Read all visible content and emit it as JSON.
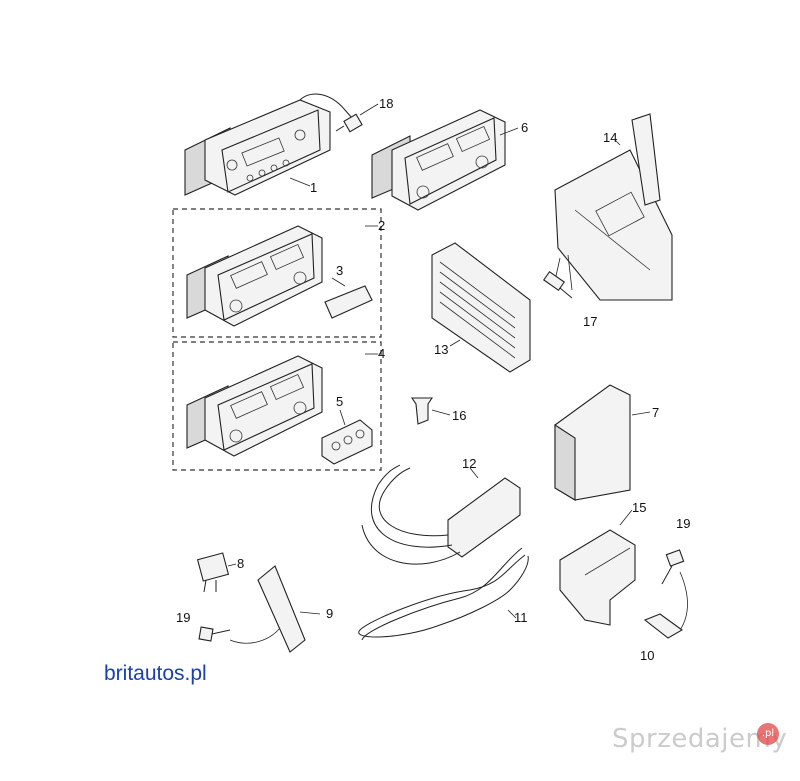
{
  "brand_text": "britautos.pl",
  "watermark": {
    "text": "Sprzedajemy",
    "badge": ".pl"
  },
  "callouts": {
    "c1": "1",
    "c2": "2",
    "c3": "3",
    "c4": "4",
    "c5": "5",
    "c6": "6",
    "c7": "7",
    "c8": "8",
    "c9": "9",
    "c10": "10",
    "c11": "11",
    "c12": "12",
    "c13": "13",
    "c14": "14",
    "c15": "15",
    "c16": "16",
    "c17": "17",
    "c18": "18",
    "c19a": "19",
    "c19b": "19"
  },
  "colors": {
    "brand": "#1a3fb0",
    "line": "#222222",
    "watermark": "#a0a0a0",
    "badge": "#e14646"
  }
}
